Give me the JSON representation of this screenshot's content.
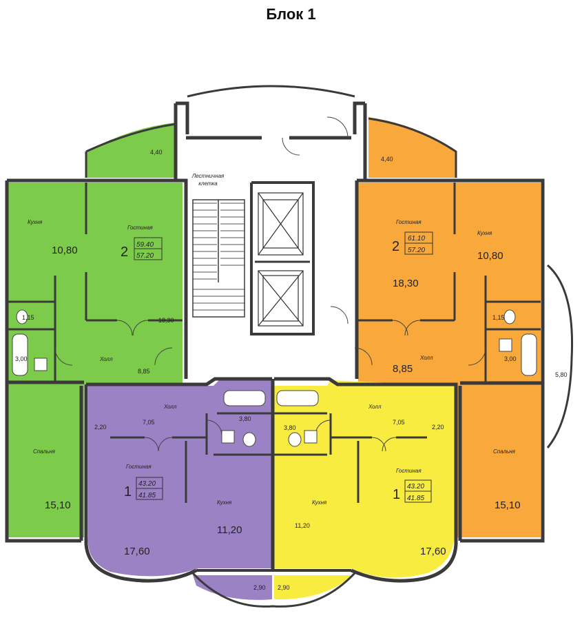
{
  "title": "Блок 1",
  "colors": {
    "green": "#7dcb4a",
    "orange": "#f9a83c",
    "purple": "#9a82c5",
    "yellow": "#f8ec40",
    "wall": "#3a3a3a"
  },
  "stair": {
    "line1": "Лестничная",
    "line2": "клетка"
  },
  "apt_green": {
    "rooms": 2,
    "total": "59.40",
    "living": "57.20",
    "kitchen": "Кухня",
    "kitchen_area": "10,80",
    "living_room": "Гостиная",
    "living_area": "18,30",
    "hall": "Холл",
    "hall_area": "8,85",
    "wc_area": "1,15",
    "bath_area": "3,00",
    "balcony_area": "4,40",
    "bedroom": "Спальня",
    "bedroom_area": "15,10"
  },
  "apt_orange": {
    "rooms": 2,
    "total": "61.10",
    "living": "57.20",
    "kitchen": "Кухня",
    "kitchen_area": "10,80",
    "living_room": "Гостиная",
    "living_area": "18,30",
    "hall": "Холл",
    "hall_area": "8,85",
    "wc_area": "1,15",
    "bath_area": "3,00",
    "balcony_area": "4,40",
    "bedroom": "Спальня",
    "bedroom_area": "15,10",
    "loggia_area": "5,80"
  },
  "apt_purple": {
    "rooms": 1,
    "total": "43.20",
    "living": "41.85",
    "hall": "Холл",
    "hall_area": "7,05",
    "closet_area": "2,20",
    "bath_area": "3,80",
    "living_room": "Гостиная",
    "living_area": "17,60",
    "kitchen": "Кухня",
    "kitchen_area": "11,20",
    "balcony_area": "2,90"
  },
  "apt_yellow": {
    "rooms": 1,
    "total": "43.20",
    "living": "41.85",
    "hall": "Холл",
    "hall_area": "7,05",
    "closet_area": "2,20",
    "bath_area": "3,80",
    "living_room": "Гостиная",
    "living_area": "17,60",
    "kitchen": "Кухня",
    "kitchen_area": "11,20",
    "balcony_area": "2,90"
  }
}
